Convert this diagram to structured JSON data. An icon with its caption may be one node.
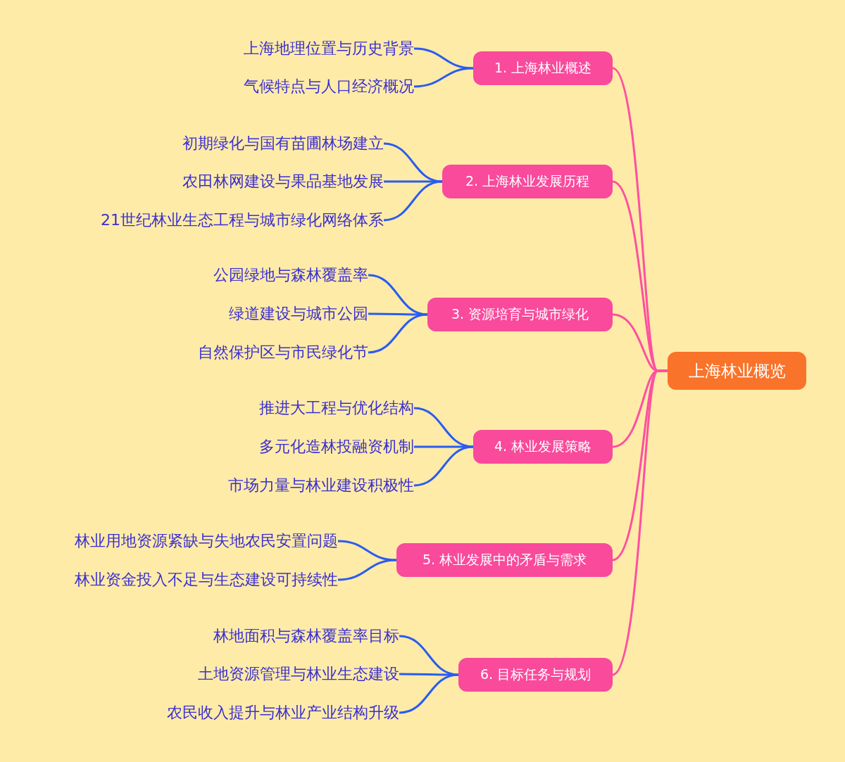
{
  "diagram": {
    "nodes": [
      {
        "text": [
          "上海林业概览"
        ]
      },
      {
        "text": [
          "1. 上海林业概述"
        ]
      },
      {
        "text": [
          "上海地理位置与历史背景"
        ]
      },
      {
        "text": [
          "气候特点与人口经济概况"
        ]
      },
      {
        "text": [
          "2. 上海林业发展历程"
        ]
      },
      {
        "text": [
          "初期绿化与国有苗圃林场建立"
        ]
      },
      {
        "text": [
          "农田林网建设与果品基地发展"
        ]
      },
      {
        "text": [
          "21世纪林业生态工程与城市绿化网络体系"
        ]
      },
      {
        "text": [
          "3. 资源培育与城市绿化"
        ]
      },
      {
        "text": [
          "公园绿地与森林覆盖率"
        ]
      },
      {
        "text": [
          "绿道建设与城市公园"
        ]
      },
      {
        "text": [
          "自然保护区与市民绿化节"
        ]
      },
      {
        "text": [
          "4. 林业发展策略"
        ]
      },
      {
        "text": [
          "推进大工程与优化结构"
        ]
      },
      {
        "text": [
          "多元化造林投融资机制"
        ]
      },
      {
        "text": [
          "市场力量与林业建设积极性"
        ]
      },
      {
        "text": [
          "5. 林业发展中的矛盾与需求"
        ]
      },
      {
        "text": [
          "林业用地资源紧缺与失地农民安置问题"
        ]
      },
      {
        "text": [
          "林业资金投入不足与生态建设可持续性"
        ]
      },
      {
        "text": [
          "6. 目标任务与规划"
        ]
      },
      {
        "text": [
          "林地面积与森林覆盖率目标"
        ]
      },
      {
        "text": [
          "土地资源管理与林业生态建设"
        ]
      },
      {
        "text": [
          "农民收入提升与林业产业结构升级"
        ]
      }
    ],
    "edges": [
      {
        "from": 0,
        "to": 1,
        "arrow": "none",
        "color": "#ff4fa0"
      },
      {
        "from": 1,
        "to": 2,
        "arrow": "none"
      },
      {
        "from": 1,
        "to": 3,
        "arrow": "none"
      },
      {
        "from": 0,
        "to": 4,
        "arrow": "none",
        "color": "#ff4fa0"
      },
      {
        "from": 4,
        "to": 5,
        "arrow": "none"
      },
      {
        "from": 4,
        "to": 6,
        "arrow": "none"
      },
      {
        "from": 4,
        "to": 7,
        "arrow": "none"
      },
      {
        "from": 0,
        "to": 8,
        "arrow": "none",
        "color": "#ff4fa0"
      },
      {
        "from": 8,
        "to": 9,
        "arrow": "none"
      },
      {
        "from": 8,
        "to": 10,
        "arrow": "none"
      },
      {
        "from": 8,
        "to": 11,
        "arrow": "none"
      },
      {
        "from": 0,
        "to": 12,
        "arrow": "none",
        "color": "#ff4fa0"
      },
      {
        "from": 12,
        "to": 13,
        "arrow": "none"
      },
      {
        "from": 12,
        "to": 14,
        "arrow": "none"
      },
      {
        "from": 12,
        "to": 15,
        "arrow": "none"
      },
      {
        "from": 0,
        "to": 16,
        "arrow": "none",
        "color": "#ff4fa0"
      },
      {
        "from": 16,
        "to": 17,
        "arrow": "none"
      },
      {
        "from": 16,
        "to": 18,
        "arrow": "none"
      },
      {
        "from": 0,
        "to": 19,
        "arrow": "none",
        "color": "#ff4fa0"
      },
      {
        "from": 19,
        "to": 20,
        "arrow": "none"
      },
      {
        "from": 19,
        "to": 21,
        "arrow": "none"
      },
      {
        "from": 19,
        "to": 22,
        "arrow": "none"
      }
    ]
  }
}
